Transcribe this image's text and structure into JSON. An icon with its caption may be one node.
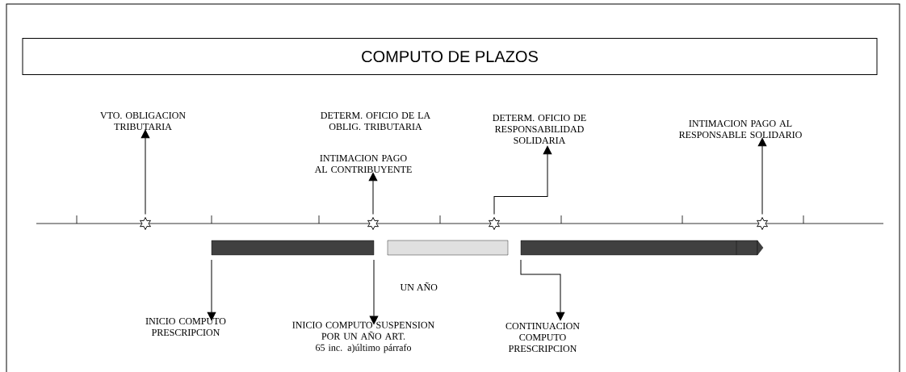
{
  "diagram": {
    "title": "COMPUTO DE PLAZOS",
    "nodes": [
      {
        "text": [
          "VTO. OBLIGACION TRIBUTARIA"
        ]
      },
      {
        "text": [
          "INTIMACION PAGO AL CONTRIBUYENTE"
        ]
      },
      {
        "text": [
          "DETERM. OFICIO DE RESPONSABILIDAD SOLIDARIA"
        ]
      },
      {
        "text": [
          "INTIMACION PAGO AL RESPONSABLE SOLIDARIO"
        ]
      },
      {
        "text": [],
        "shape": "star"
      },
      {
        "text": [],
        "shape": "star"
      },
      {
        "text": [],
        "shape": "star"
      },
      {
        "text": [],
        "shape": "star"
      },
      {
        "text": [],
        "shape": "bar"
      },
      {
        "text": [],
        "shape": "bar",
        "beside": [
          "UN AÑO"
        ]
      },
      {
        "text": [],
        "shape": "bar"
      },
      {
        "text": [
          "INICIO COMPUTO PRESCRIPCION"
        ]
      },
      {
        "text": [
          "INICIO COMPUTO SUSPENSION POR UN AÑO ART. 65 inc. a)último párrafo"
        ]
      },
      {
        "text": [
          "CONTINUACION COMPUTO PRESCRIPCION"
        ]
      }
    ],
    "edges": [
      {
        "from": 4,
        "to": 0,
        "arrow": "to"
      },
      {
        "from": 5,
        "to": 1,
        "arrow": "to"
      },
      {
        "from": 6,
        "to": 2,
        "arrow": "to"
      },
      {
        "from": 7,
        "to": 3,
        "arrow": "to"
      },
      {
        "from": 8,
        "to": 11,
        "arrow": "to"
      },
      {
        "from": 8,
        "to": 12,
        "arrow": "to"
      },
      {
        "from": 10,
        "to": 13,
        "arrow": "to"
      }
    ],
    "labels": [
      "DETERM. OFICIO DE LA OBLIG. TRIBUTARIA"
    ]
  }
}
